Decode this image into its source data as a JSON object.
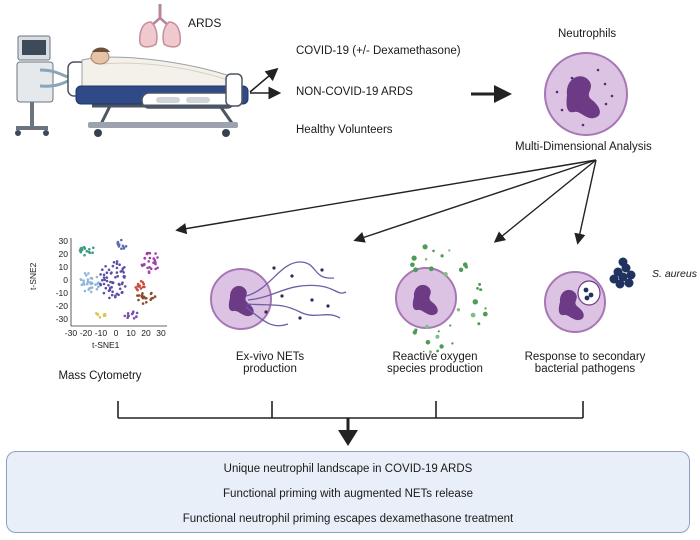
{
  "header": {
    "ards_label": "ARDS"
  },
  "cohorts": [
    {
      "label": "COVID-19 (+/- Dexamethasone)"
    },
    {
      "label": "NON-COVID-19 ARDS"
    },
    {
      "label": "Healthy Volunteers"
    }
  ],
  "neutrophils": {
    "label": "Neutrophils",
    "analysis_label": "Multi-Dimensional Analysis"
  },
  "tsne": {
    "xlabel": "t-SNE1",
    "ylabel": "t-SNE2",
    "xticks": [
      "-30",
      "-20",
      "-10",
      "0",
      "10",
      "20",
      "30"
    ],
    "yticks": [
      "30",
      "20",
      "10",
      "0",
      "-10",
      "-20",
      "-30"
    ]
  },
  "assays": [
    {
      "line1": "Mass Cytometry",
      "line2": ""
    },
    {
      "line1": "Ex-vivo NETs",
      "line2": "production"
    },
    {
      "line1": "Reactive oxygen",
      "line2": "species production"
    },
    {
      "line1": "Response to secondary",
      "line2": "bacterial pathogens"
    }
  ],
  "pathogen_label": "S. aureus",
  "summary": [
    "Unique neutrophil landscape in COVID-19 ARDS",
    "Functional priming with augmented NETs release",
    "Functional neutrophil priming escapes dexamethasone treatment"
  ],
  "colors": {
    "cell_fill": "#dcc3e4",
    "cell_border": "#a777b5",
    "nucleus": "#6d3a86",
    "arrow": "#222222",
    "bacteria": "#1f3260",
    "ros": "#4f9a55",
    "summary_bg": "#e9eff8"
  }
}
